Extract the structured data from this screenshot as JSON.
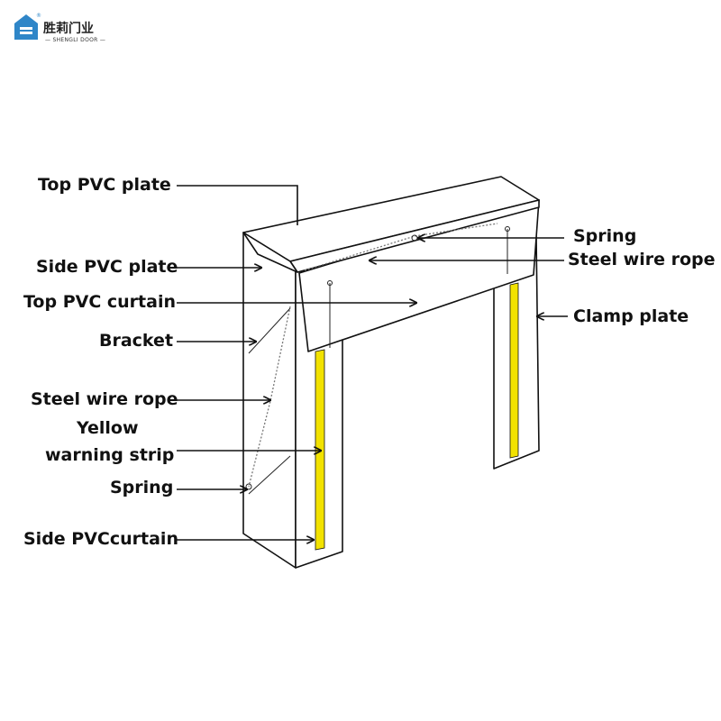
{
  "brand": {
    "name_cn": "胜莉门业",
    "name_en": "— SHENGLI DOOR —",
    "registered_mark": "®",
    "logo_color": "#2f86c8"
  },
  "colors": {
    "warning_strip": "#f2e200",
    "outline": "#111111"
  },
  "labels": {
    "top_pvc_plate": "Top PVC plate",
    "side_pvc_plate": "Side PVC plate",
    "top_pvc_curtain": "Top PVC curtain",
    "bracket": "Bracket",
    "steel_wire_rope_left": "Steel wire rope",
    "yellow_line1": "Yellow",
    "yellow_line2": "warning strip",
    "spring_left": "Spring",
    "side_pvc_curtain": "Side PVCcurtain",
    "spring_right": "Spring",
    "steel_wire_rope_right": "Steel wire rope",
    "clamp_plate": "Clamp plate"
  }
}
